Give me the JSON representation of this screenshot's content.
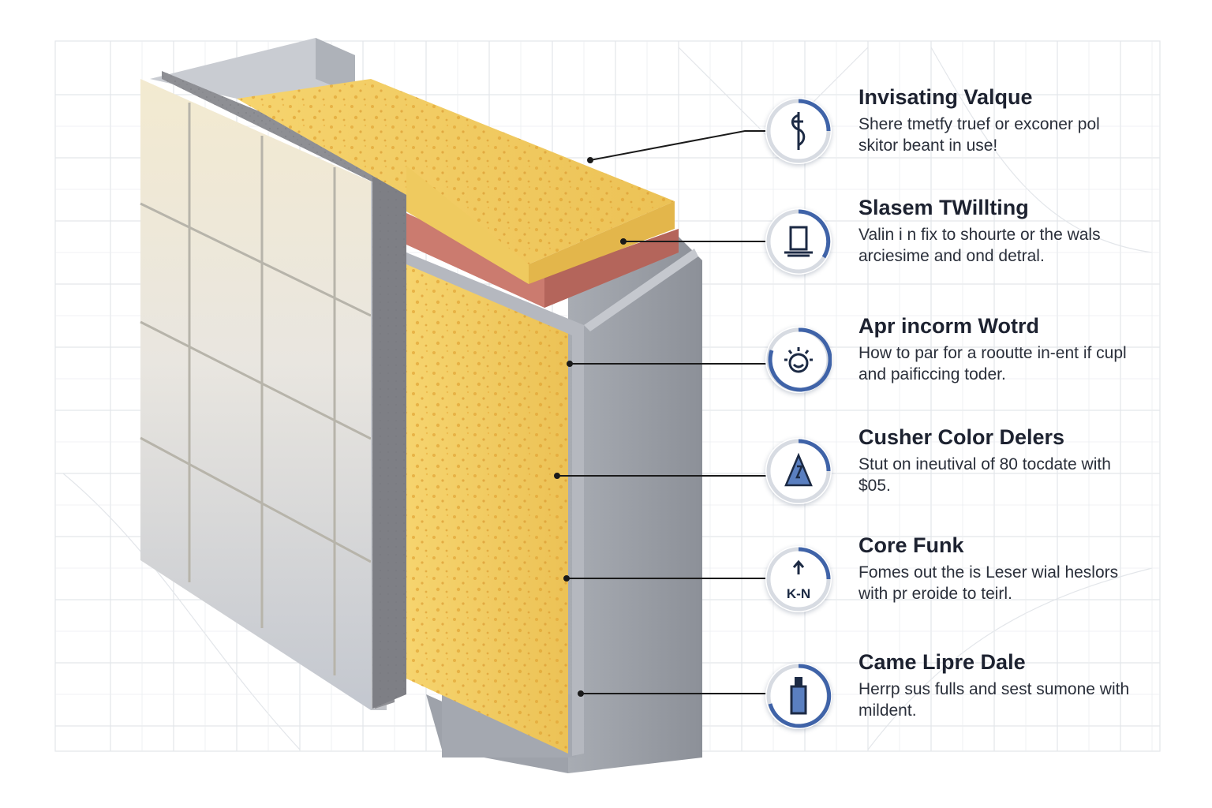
{
  "callouts": [
    {
      "icon": "dollar-link-icon",
      "title": "Invisating Valque",
      "body": "Shere tmetfy truef or exconer pol skitor beant in use!"
    },
    {
      "icon": "monitor-stand-icon",
      "title": "Slasem TWillting",
      "body": "Valin i n fix to shourte or the wals arciesime and ond detral."
    },
    {
      "icon": "sun-smile-icon",
      "title": "Apr incorm Wotrd",
      "body": "How to par for a rooutte in-ent if cupl and paificcing toder."
    },
    {
      "icon": "triangle-warning-icon",
      "title": "Cusher Color Delers",
      "body": "Stut on ineutival of 80 tocdate with $05."
    },
    {
      "icon": "up-arrow-kn-icon",
      "title": "Core Funk",
      "body": "Fomes out the is Leser wial heslors with pr eroide to teirl.",
      "icon_text": "K-N"
    },
    {
      "icon": "bottle-icon",
      "title": "Came Lipre Dale",
      "body": "Herrp sus fulls and sest sumone with mildent."
    }
  ],
  "colors": {
    "ring_accent": "#3f63a8",
    "foam_yellow": "#f1c85a",
    "membrane_red": "#c9766a",
    "concrete_gray": "#9a9ea6",
    "tile_light": "#f1ead6"
  }
}
